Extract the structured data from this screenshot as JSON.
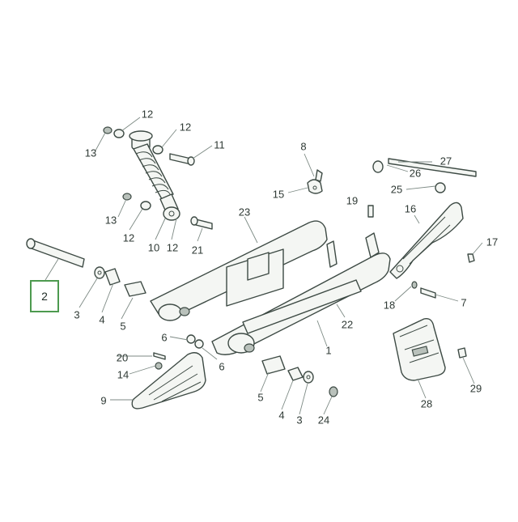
{
  "diagram": {
    "highlighted": "2",
    "colors": {
      "line": "#3d4a44",
      "highlight": "#4d9a4f"
    },
    "callouts": {
      "shock_top_a": "12",
      "shock_top_b": "12",
      "shock_bolt": "11",
      "shock_nut_top": "13",
      "shock_nut_bottom": "13",
      "shock_bottom_a": "12",
      "shock_bottom_10": "10",
      "shock_bottom_12": "12",
      "shock_bolt_lower": "21",
      "cable_clip": "8",
      "cable_bolt": "15",
      "screw_19": "19",
      "swingarm_top": "23",
      "bracket_27": "27",
      "bracket_26": "26",
      "bracket_25": "25",
      "chain_guard": "16",
      "guard_bolt_17": "17",
      "guard_washer_18": "18",
      "guard_bolt_7": "7",
      "axle": "2",
      "axle_washer_left": "3",
      "axle_bush_left": "4",
      "axle_spacer_left": "5",
      "swingarm_rib": "22",
      "swingarm_main": "1",
      "washer_6a": "6",
      "washer_6b": "6",
      "slider_bolt": "20",
      "slider_nut": "14",
      "chain_slider": "9",
      "axle_spacer_right": "5",
      "axle_bush_right": "4",
      "axle_washer_right": "3",
      "nut_24": "24",
      "chain_tensioner": "28",
      "tensioner_screw": "29"
    }
  }
}
